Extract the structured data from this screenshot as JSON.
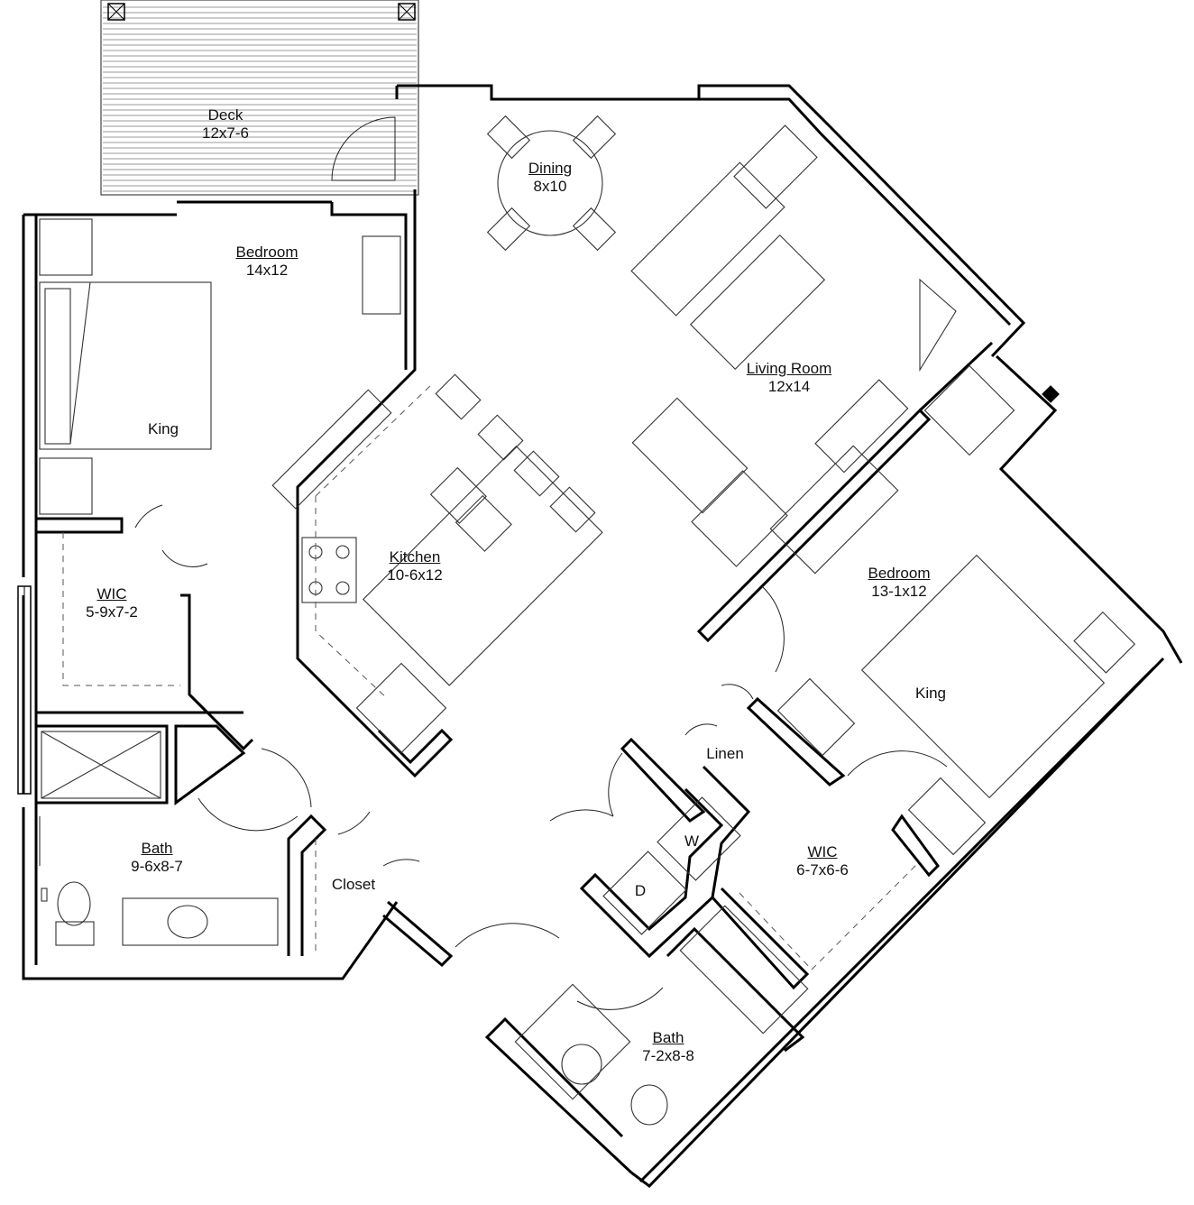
{
  "rooms": {
    "deck": {
      "name": "Deck",
      "size": "12x7-6"
    },
    "dining": {
      "name": "Dining",
      "size": "8x10"
    },
    "bedroom1": {
      "name": "Bedroom",
      "size": "14x12",
      "bed": "King"
    },
    "living": {
      "name": "Living Room",
      "size": "12x14"
    },
    "kitchen": {
      "name": "Kitchen",
      "size": "10-6x12"
    },
    "wic1": {
      "name": "WIC",
      "size": "5-9x7-2"
    },
    "bath1": {
      "name": "Bath",
      "size": "9-6x8-7"
    },
    "closet": {
      "name": "Closet"
    },
    "bedroom2": {
      "name": "Bedroom",
      "size": "13-1x12",
      "bed": "King"
    },
    "linen": {
      "name": "Linen"
    },
    "wic2": {
      "name": "WIC",
      "size": "6-7x6-6"
    },
    "bath2": {
      "name": "Bath",
      "size": "7-2x8-8"
    },
    "laundry": {
      "washer": "W",
      "dryer": "D"
    }
  }
}
